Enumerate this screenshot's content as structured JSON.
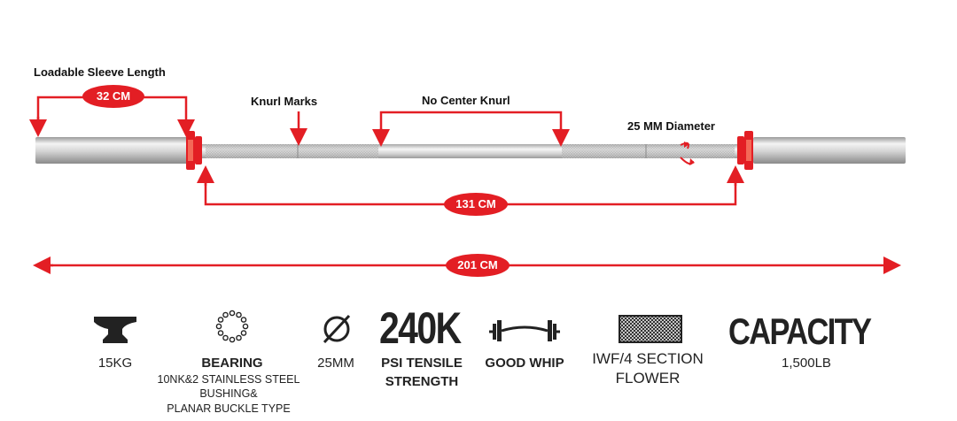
{
  "diagram": {
    "labels": {
      "sleeve_length": "Loadable Sleeve Length",
      "knurl_marks": "Knurl Marks",
      "no_center_knurl": "No Center Knurl",
      "diameter": "25 MM Diameter"
    },
    "measurements": {
      "sleeve": "32 CM",
      "shaft": "131 CM",
      "total": "201 CM"
    },
    "colors": {
      "accent": "#e31e24",
      "bar": "#c8c8c8",
      "text": "#222222"
    }
  },
  "specs": {
    "weight": {
      "icon": "anvil-icon",
      "label": "15KG"
    },
    "bearing": {
      "icon": "bearing-ring-icon",
      "title": "BEARING",
      "line1": "10NK&2 STAINLESS STEEL",
      "line2": "BUSHING&",
      "line3": "PLANAR BUCKLE TYPE"
    },
    "diameter": {
      "icon": "diameter-icon",
      "label": "25MM"
    },
    "tensile": {
      "big": "240K",
      "line1": "PSI TENSILE",
      "line2": "STRENGTH"
    },
    "whip": {
      "icon": "whip-barbell-icon",
      "label": "GOOD WHIP"
    },
    "knurl": {
      "icon": "knurl-pattern-icon",
      "line1": "IWF/4 SECTION",
      "line2": "FLOWER"
    },
    "capacity": {
      "big": "CAPACITY",
      "label": "1,500LB"
    }
  }
}
